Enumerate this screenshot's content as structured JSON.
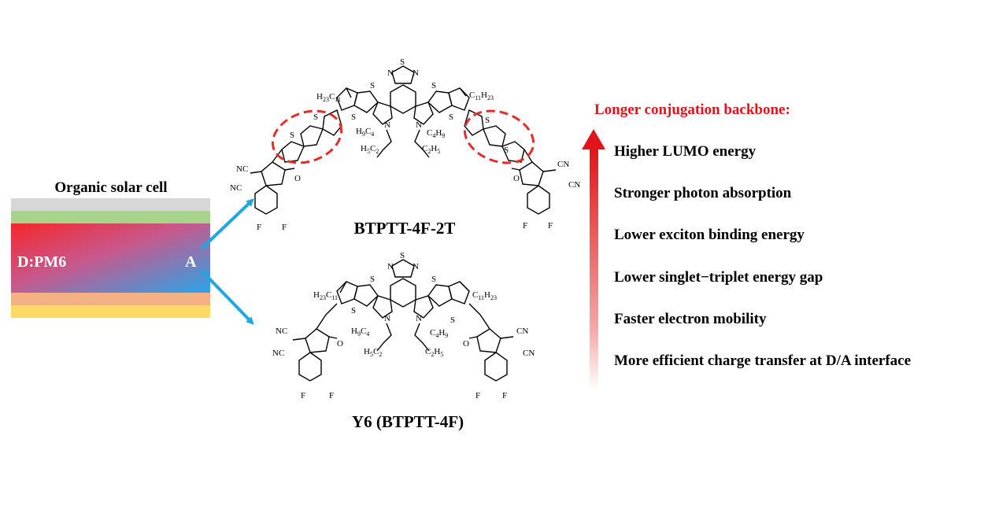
{
  "device": {
    "title": "Organic solar cell",
    "active_layer_label": "D:PM6",
    "acceptor_label": "A",
    "title_color": "#1fa24a",
    "arrow_color": "#1ea7e0"
  },
  "molecules": {
    "top": {
      "name": "BTPTT-4F-2T",
      "highlight_color": "#e52d27",
      "atoms": {
        "sulfur": "S",
        "nitrogen": "N",
        "fluorine": "F",
        "oxygen": "O",
        "cyano": "CN",
        "cyano_rev": "NC",
        "alkyl_left": "H23C11",
        "alkyl_right": "C11H23",
        "side_chain_1": "H9C4",
        "side_chain_2": "H5C2",
        "side_chain_3": "C4H9",
        "side_chain_4": "C2H5"
      }
    },
    "bottom": {
      "name": "Y6 (BTPTT-4F)"
    }
  },
  "properties": {
    "header": "Longer conjugation backbone:",
    "header_color": "#e0141a",
    "items": [
      "Higher LUMO energy",
      "Stronger photon absorption",
      "Lower exciton binding energy",
      "Lower singlet−triplet energy gap",
      "Faster electron mobility",
      "More efficient charge transfer at D/A interface"
    ]
  }
}
